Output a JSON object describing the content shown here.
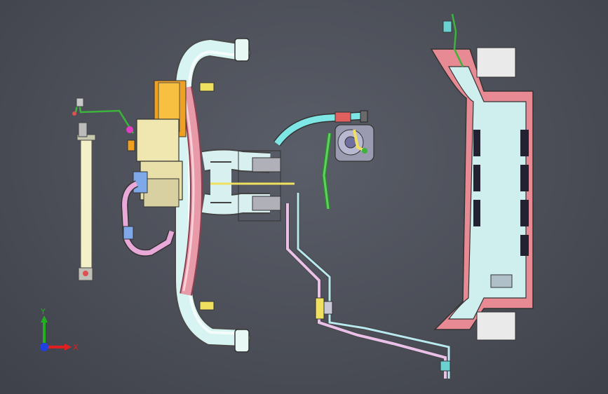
{
  "viewport": {
    "name": "3d-model-viewport",
    "background": "#4b4e58"
  },
  "triad": {
    "x_label": "X",
    "y_label": "Y",
    "x_color": "#e02020",
    "y_color": "#20b020",
    "origin_color": "#2040e0"
  },
  "colors": {
    "intake_tube": "#d8f4f2",
    "flange_pink": "#e89aa8",
    "engine_block": "#efe6b0",
    "air_box": "#cfeeee",
    "cyan_hose": "#7fe6e6",
    "pink_hose": "#e8a8d8",
    "green_wire": "#3cb43c",
    "yellow_part": "#f0e060",
    "orange_part": "#f0a020",
    "gray_part": "#9a9ab0",
    "cream_bar": "#f4f0c8"
  }
}
